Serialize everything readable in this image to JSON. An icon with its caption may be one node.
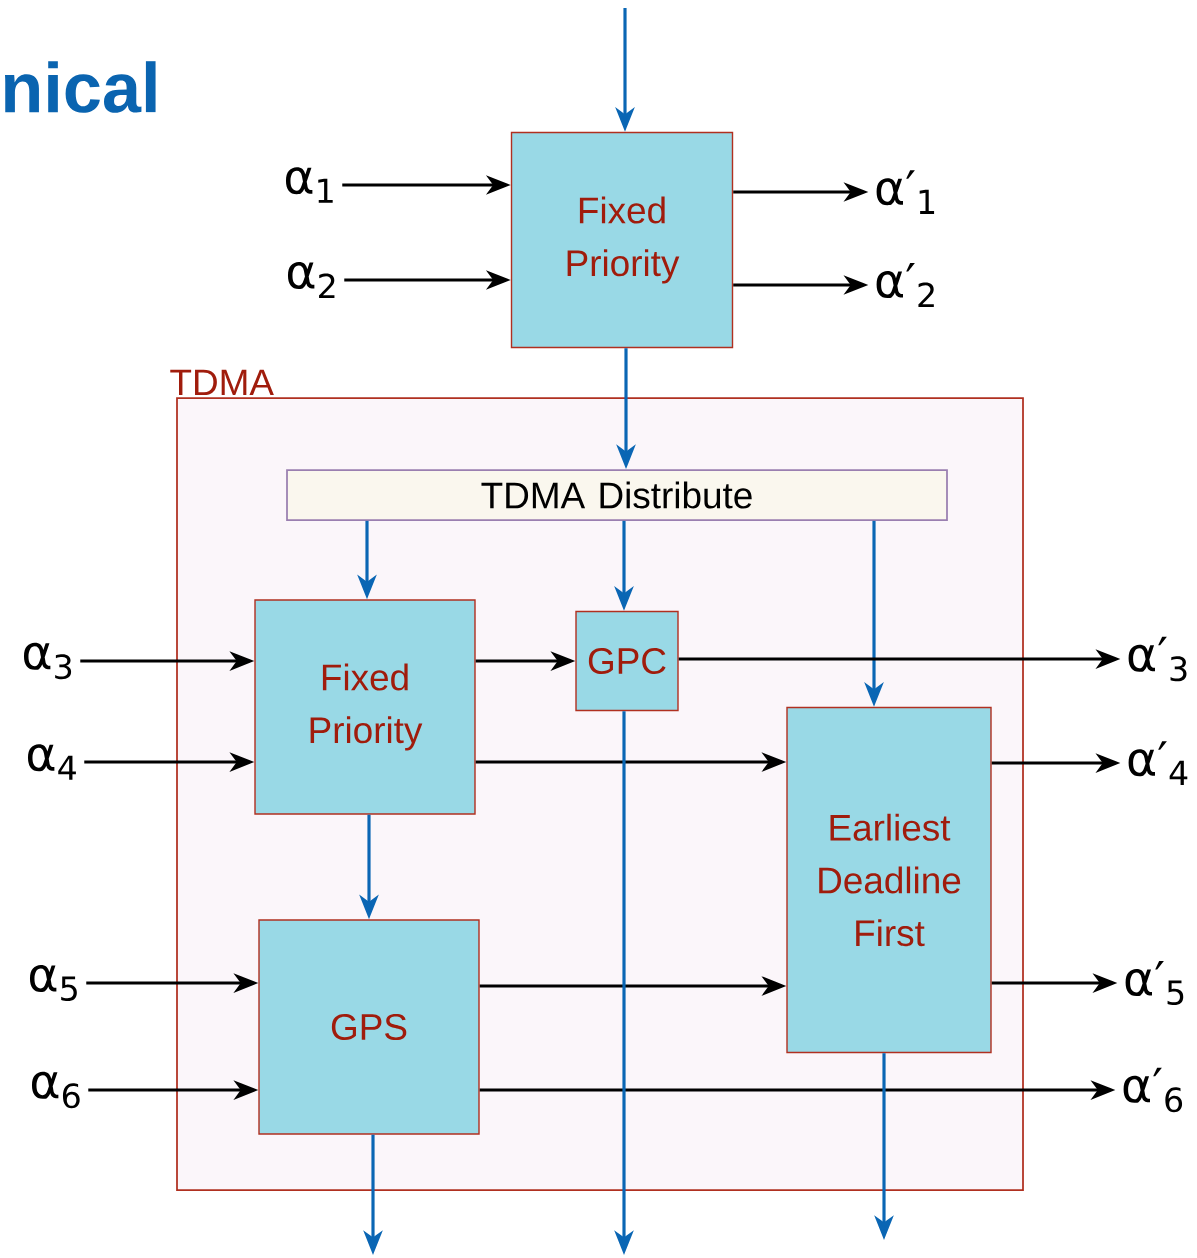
{
  "diagram": {
    "title": "nical",
    "nodes": [
      {
        "text": [
          "Fixed Priority"
        ]
      },
      {
        "text": [
          "TDMA"
        ]
      },
      {
        "text": [
          "TDMA Distribute"
        ],
        "in": 1
      },
      {
        "text": [
          "Fixed Priority"
        ],
        "in": 1
      },
      {
        "text": [
          "GPC"
        ],
        "in": 1
      },
      {
        "text": [
          "Earliest Deadline First"
        ],
        "in": 1
      },
      {
        "text": [
          "GPS"
        ],
        "in": 1
      },
      {
        "text": [
          "α$_{1}$"
        ]
      },
      {
        "text": [
          "α$_{2}$"
        ]
      },
      {
        "text": [
          "α$_{3}$"
        ]
      },
      {
        "text": [
          "α$_{4}$"
        ]
      },
      {
        "text": [
          "α$_{5}$"
        ]
      },
      {
        "text": [
          "α$_{6}$"
        ]
      },
      {
        "text": [
          "α′$_{1}$"
        ]
      },
      {
        "text": [
          "α′$_{2}$"
        ]
      },
      {
        "text": [
          "α′$_{3}$"
        ]
      },
      {
        "text": [
          "α′$_{4}$"
        ]
      },
      {
        "text": [
          "α′$_{5}$"
        ]
      },
      {
        "text": [
          "α′$_{6}$"
        ]
      }
    ],
    "edges": [
      {
        "from": null,
        "to": 0,
        "arrow": "to",
        "color": "#0a66b4"
      },
      {
        "from": 7,
        "to": 0,
        "arrow": "to"
      },
      {
        "from": 8,
        "to": 0,
        "arrow": "to"
      },
      {
        "from": 0,
        "to": 13,
        "arrow": "to"
      },
      {
        "from": 0,
        "to": 14,
        "arrow": "to"
      },
      {
        "from": 0,
        "to": 2,
        "arrow": "to",
        "color": "#0a66b4"
      },
      {
        "from": 2,
        "to": 3,
        "arrow": "to",
        "color": "#0a66b4"
      },
      {
        "from": 2,
        "to": 4,
        "arrow": "to",
        "color": "#0a66b4"
      },
      {
        "from": 2,
        "to": 5,
        "arrow": "to",
        "color": "#0a66b4"
      },
      {
        "from": 9,
        "to": 3,
        "arrow": "to"
      },
      {
        "from": 10,
        "to": 3,
        "arrow": "to"
      },
      {
        "from": 3,
        "to": 4,
        "arrow": "to"
      },
      {
        "from": 4,
        "to": 15,
        "arrow": "to"
      },
      {
        "from": 3,
        "to": 5,
        "arrow": "to"
      },
      {
        "from": 5,
        "to": 16,
        "arrow": "to"
      },
      {
        "from": 3,
        "to": 6,
        "arrow": "to",
        "color": "#0a66b4"
      },
      {
        "from": 11,
        "to": 6,
        "arrow": "to"
      },
      {
        "from": 12,
        "to": 6,
        "arrow": "to"
      },
      {
        "from": 6,
        "to": 5,
        "arrow": "to"
      },
      {
        "from": 5,
        "to": 17,
        "arrow": "to"
      },
      {
        "from": 6,
        "to": 18,
        "arrow": "to"
      },
      {
        "from": 6,
        "to": null,
        "arrow": "to",
        "color": "#0a66b4"
      },
      {
        "from": 4,
        "to": null,
        "arrow": "to",
        "color": "#0a66b4"
      },
      {
        "from": 5,
        "to": null,
        "arrow": "to",
        "color": "#0a66b4"
      }
    ]
  }
}
